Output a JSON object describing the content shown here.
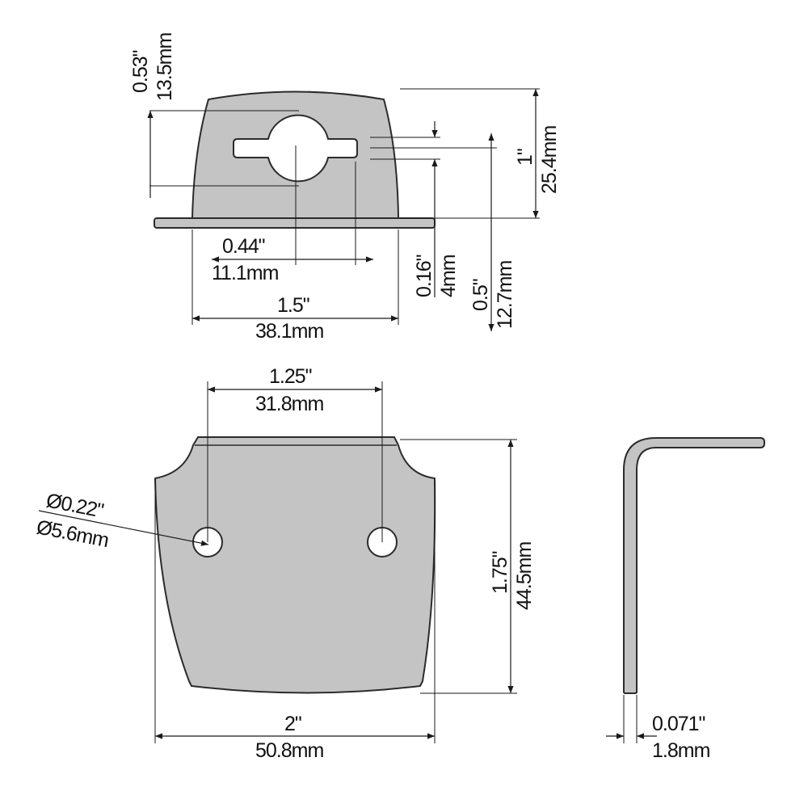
{
  "front_view": {
    "slot_offset_in": "0.53\"",
    "slot_offset_mm": "13.5mm",
    "height_in": "1\"",
    "height_mm": "25.4mm",
    "slot_width_in": "0.44\"",
    "slot_width_mm": "11.1mm",
    "slot_height_in": "0.16\"",
    "slot_height_mm": "4mm",
    "flange_height_in": "0.5\"",
    "flange_height_mm": "12.7mm",
    "width_in": "1.5\"",
    "width_mm": "38.1mm"
  },
  "plan_view": {
    "hole_spacing_in": "1.25\"",
    "hole_spacing_mm": "31.8mm",
    "hole_diameter_in": "Ø0.22\"",
    "hole_diameter_mm": "Ø5.6mm",
    "length_in": "1.75\"",
    "length_mm": "44.5mm",
    "width_in": "2\"",
    "width_mm": "50.8mm"
  },
  "side_view": {
    "thickness_in": "0.071\"",
    "thickness_mm": "1.8mm"
  },
  "colors": {
    "part_fill": "#c4c4c4",
    "outline": "#2b2b2b"
  }
}
